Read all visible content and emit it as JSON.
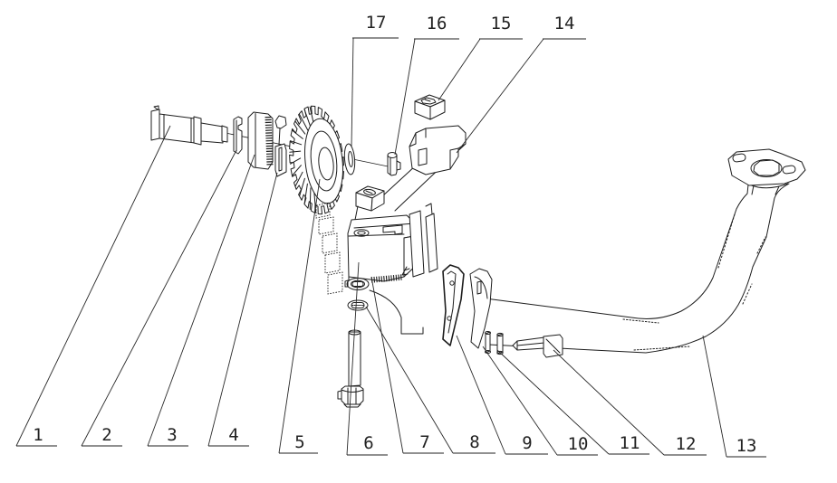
{
  "meta": {
    "figure_type": "exploded_assembly_engineering_drawing",
    "background": "#ffffff",
    "line_color": "#1d1d1d",
    "text_color": "#222222",
    "total_callouts": 17
  },
  "callouts": {
    "bottom": [
      {
        "id": "1"
      },
      {
        "id": "2"
      },
      {
        "id": "3"
      },
      {
        "id": "4"
      },
      {
        "id": "5"
      },
      {
        "id": "6"
      },
      {
        "id": "7"
      },
      {
        "id": "8"
      },
      {
        "id": "9"
      },
      {
        "id": "10"
      },
      {
        "id": "11"
      },
      {
        "id": "12"
      },
      {
        "id": "13"
      }
    ],
    "top": [
      {
        "id": "14"
      },
      {
        "id": "15"
      },
      {
        "id": "16"
      },
      {
        "id": "17"
      }
    ]
  }
}
